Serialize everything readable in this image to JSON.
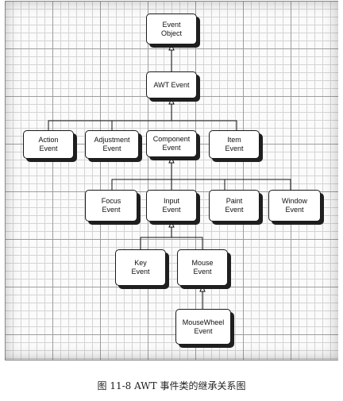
{
  "nodes": {
    "event_object": {
      "line1": "Event",
      "line2": "Object"
    },
    "awt_event": {
      "line1": "AWT Event"
    },
    "action_event": {
      "line1": "Action",
      "line2": "Event"
    },
    "adjustment_event": {
      "line1": "Adjustment",
      "line2": "Event"
    },
    "component_event": {
      "line1": "Component",
      "line2": "Event"
    },
    "item_event": {
      "line1": "Item",
      "line2": "Event"
    },
    "focus_event": {
      "line1": "Focus",
      "line2": "Event"
    },
    "input_event": {
      "line1": "Input",
      "line2": "Event"
    },
    "paint_event": {
      "line1": "Paint",
      "line2": "Event"
    },
    "window_event": {
      "line1": "Window",
      "line2": "Event"
    },
    "key_event": {
      "line1": "Key",
      "line2": "Event"
    },
    "mouse_event": {
      "line1": "Mouse",
      "line2": "Event"
    },
    "mousewheel_event": {
      "line1": "MouseWheel",
      "line2": "Event"
    }
  },
  "caption": "图 11-8 AWT 事件类的继承关系图"
}
